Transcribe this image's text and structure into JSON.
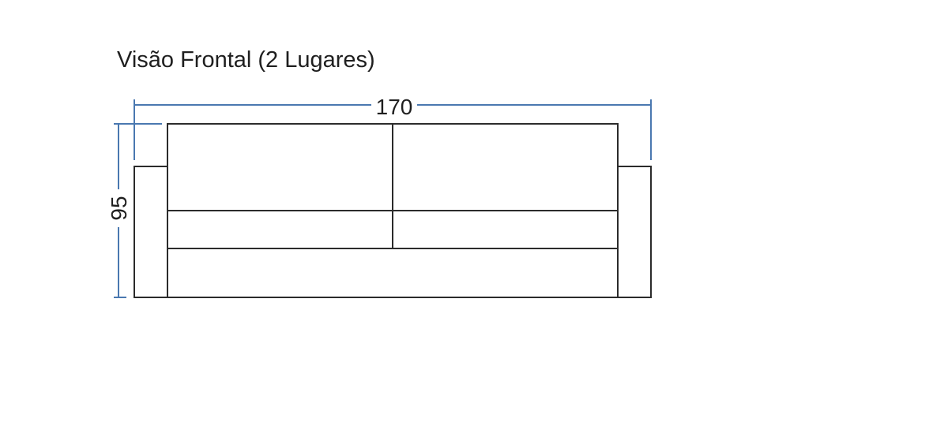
{
  "diagram": {
    "title": "Visão Frontal (2 Lugares)",
    "width_label": "170",
    "height_label": "95",
    "colors": {
      "outline": "#2b2b2b",
      "dimension": "#4a78b0",
      "text": "#1f1f1f",
      "background": "#ffffff"
    }
  }
}
